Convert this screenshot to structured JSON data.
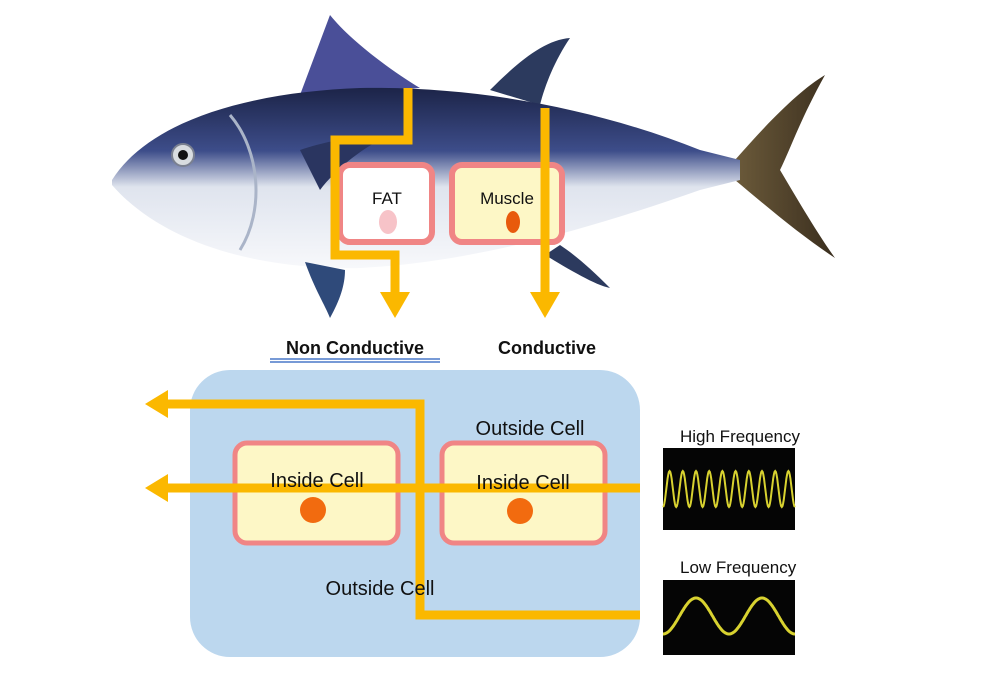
{
  "fish": {
    "fat_label": "FAT",
    "muscle_label": "Muscle",
    "non_conductive_label": "Non Conductive",
    "conductive_label": "Conductive"
  },
  "cells": {
    "outside_top_label": "Outside Cell",
    "outside_bottom_label": "Outside Cell",
    "inside_left_label": "Inside Cell",
    "inside_right_label": "Inside Cell"
  },
  "signals": {
    "high_label": "High Frequency",
    "low_label": "Low Frequency"
  },
  "colors": {
    "arrow": "#fbb800",
    "cell_border": "#f08585",
    "cell_fill": "#fdf7c6",
    "tissue_bg": "#bcd7ee",
    "nucleus": "#f26b0f",
    "wave": "#d8d230"
  }
}
